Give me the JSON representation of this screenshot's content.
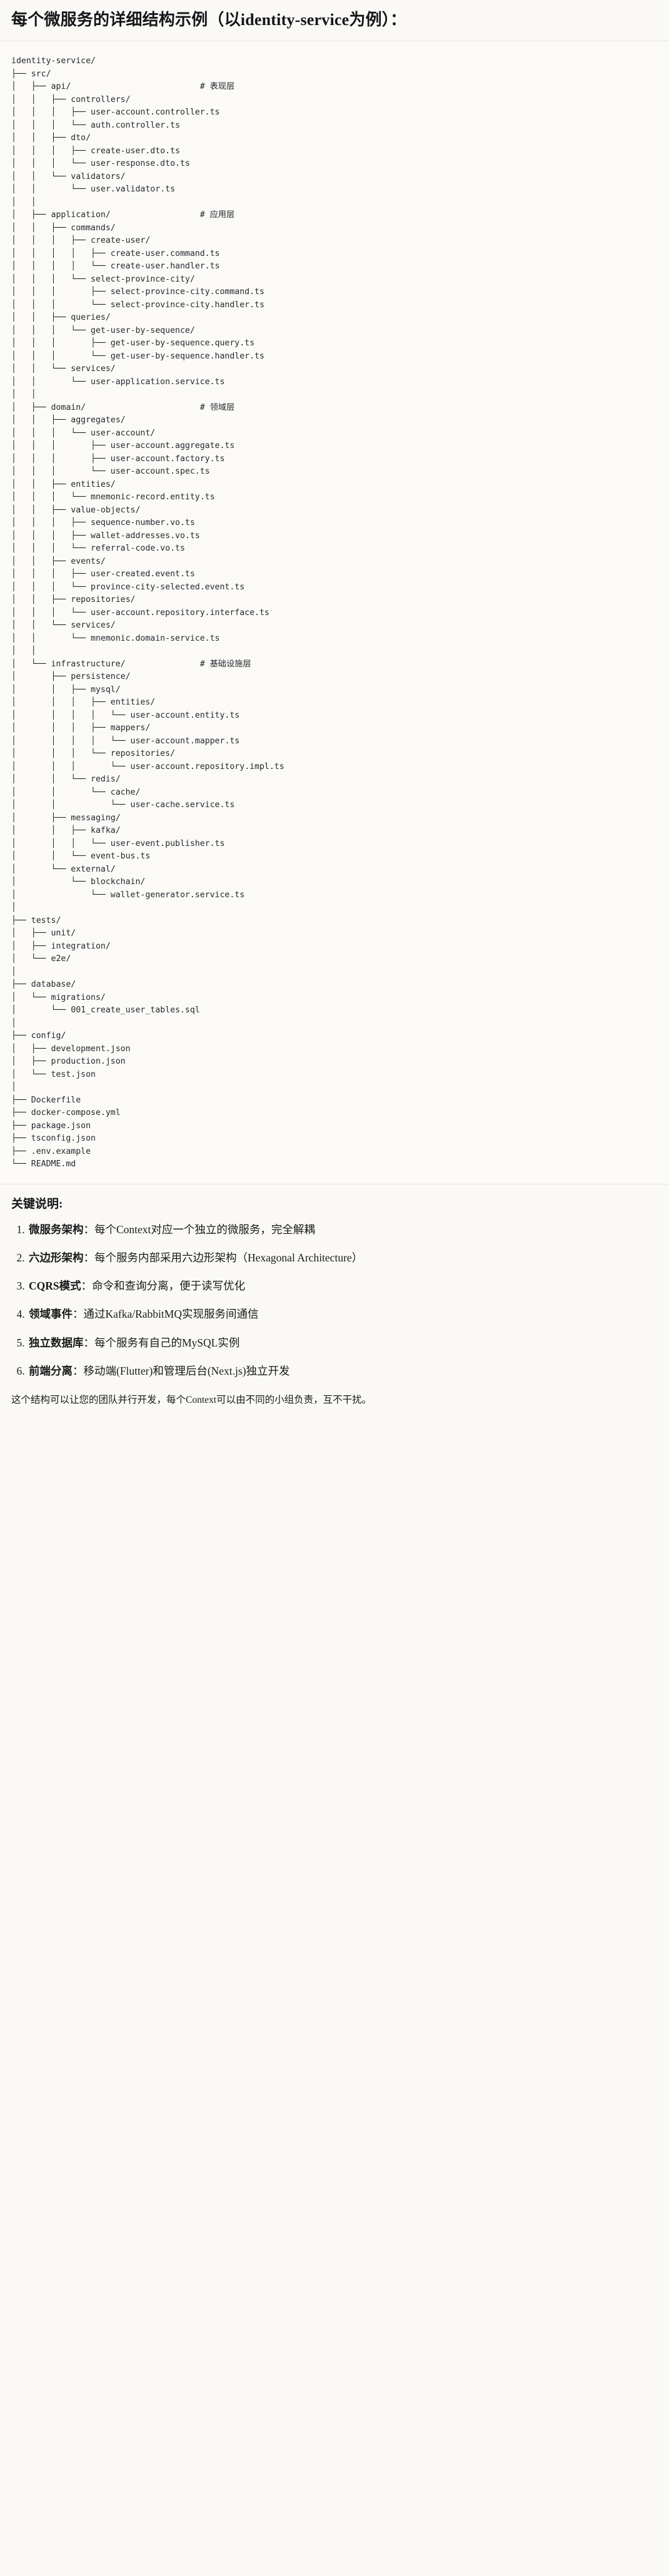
{
  "heading": "每个微服务的详细结构示例（以identity-service为例）：",
  "tree": {
    "root": "identity-service/",
    "text": "identity-service/\n├── src/\n│   ├── api/                          # 表现层\n│   │   ├── controllers/\n│   │   │   ├── user-account.controller.ts\n│   │   │   └── auth.controller.ts\n│   │   ├── dto/\n│   │   │   ├── create-user.dto.ts\n│   │   │   └── user-response.dto.ts\n│   │   └── validators/\n│   │       └── user.validator.ts\n│   │\n│   ├── application/                  # 应用层\n│   │   ├── commands/\n│   │   │   ├── create-user/\n│   │   │   │   ├── create-user.command.ts\n│   │   │   │   └── create-user.handler.ts\n│   │   │   └── select-province-city/\n│   │   │       ├── select-province-city.command.ts\n│   │   │       └── select-province-city.handler.ts\n│   │   ├── queries/\n│   │   │   └── get-user-by-sequence/\n│   │   │       ├── get-user-by-sequence.query.ts\n│   │   │       └── get-user-by-sequence.handler.ts\n│   │   └── services/\n│   │       └── user-application.service.ts\n│   │\n│   ├── domain/                       # 领域层\n│   │   ├── aggregates/\n│   │   │   └── user-account/\n│   │   │       ├── user-account.aggregate.ts\n│   │   │       ├── user-account.factory.ts\n│   │   │       └── user-account.spec.ts\n│   │   ├── entities/\n│   │   │   └── mnemonic-record.entity.ts\n│   │   ├── value-objects/\n│   │   │   ├── sequence-number.vo.ts\n│   │   │   ├── wallet-addresses.vo.ts\n│   │   │   └── referral-code.vo.ts\n│   │   ├── events/\n│   │   │   ├── user-created.event.ts\n│   │   │   └── province-city-selected.event.ts\n│   │   ├── repositories/\n│   │   │   └── user-account.repository.interface.ts\n│   │   └── services/\n│   │       └── mnemonic.domain-service.ts\n│   │\n│   └── infrastructure/               # 基础设施层\n│       ├── persistence/\n│       │   ├── mysql/\n│       │   │   ├── entities/\n│       │   │   │   └── user-account.entity.ts\n│       │   │   ├── mappers/\n│       │   │   │   └── user-account.mapper.ts\n│       │   │   └── repositories/\n│       │   │       └── user-account.repository.impl.ts\n│       │   └── redis/\n│       │       └── cache/\n│       │           └── user-cache.service.ts\n│       ├── messaging/\n│       │   ├── kafka/\n│       │   │   └── user-event.publisher.ts\n│       │   └── event-bus.ts\n│       └── external/\n│           └── blockchain/\n│               └── wallet-generator.service.ts\n│\n├── tests/\n│   ├── unit/\n│   ├── integration/\n│   └── e2e/\n│\n├── database/\n│   └── migrations/\n│       └── 001_create_user_tables.sql\n│\n├── config/\n│   ├── development.json\n│   ├── production.json\n│   └── test.json\n│\n├── Dockerfile\n├── docker-compose.yml\n├── package.json\n├── tsconfig.json\n├── .env.example\n└── README.md",
    "layer_comments": [
      {
        "path": "api/",
        "comment": "# 表现层"
      },
      {
        "path": "application/",
        "comment": "# 应用层"
      },
      {
        "path": "domain/",
        "comment": "# 领域层"
      },
      {
        "path": "infrastructure/",
        "comment": "# 基础设施层"
      }
    ]
  },
  "notes": {
    "title": "关键说明:",
    "items": [
      {
        "term": "微服务架构",
        "desc": "：每个Context对应一个独立的微服务，完全解耦"
      },
      {
        "term": "六边形架构",
        "desc": "：每个服务内部采用六边形架构（Hexagonal Architecture）"
      },
      {
        "term": "CQRS模式",
        "desc": "：命令和查询分离，便于读写优化"
      },
      {
        "term": "领域事件",
        "desc": "：通过Kafka/RabbitMQ实现服务间通信"
      },
      {
        "term": "独立数据库",
        "desc": "：每个服务有自己的MySQL实例"
      },
      {
        "term": "前端分离",
        "desc": "：移动端(Flutter)和管理后台(Next.js)独立开发"
      }
    ],
    "closing": "这个结构可以让您的团队并行开发，每个Context可以由不同的小组负责，互不干扰。"
  }
}
